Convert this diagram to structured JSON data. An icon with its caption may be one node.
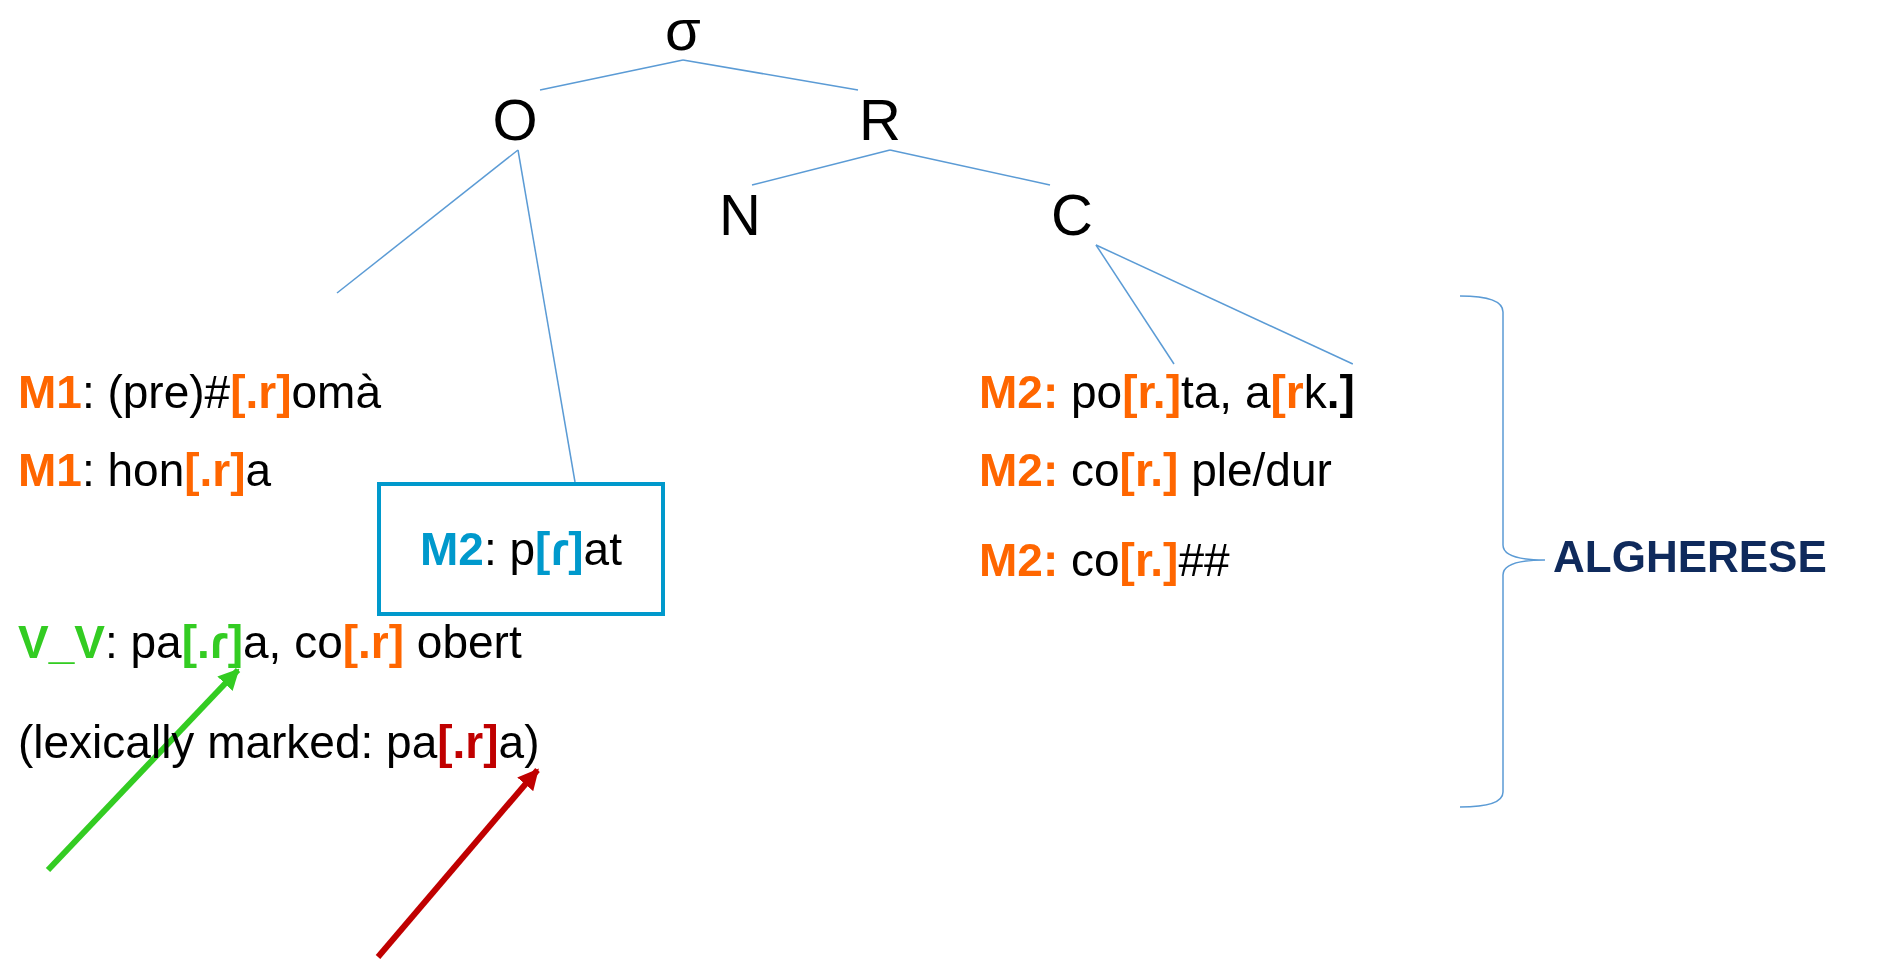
{
  "diagram": {
    "nodes": [
      {
        "text": [
          "σ"
        ]
      },
      {
        "text": [
          "O"
        ]
      },
      {
        "text": [
          "R"
        ]
      },
      {
        "text": [
          "N"
        ]
      },
      {
        "text": [
          "C"
        ]
      },
      {
        "text": [
          "**M1**: (pre)#**[.r]**omà"
        ]
      },
      {
        "text": [
          "**M1**:  hon**[.r]**a"
        ]
      },
      {
        "text": [
          "**M2**: p**[ɾ]**at"
        ]
      },
      {
        "text": [
          "**V_V**: pa**[.ɾ]**a, co**[.r]** obert"
        ]
      },
      {
        "text": [
          "(lexically marked: pa**[.r]**a)"
        ]
      },
      {
        "text": [
          "**M2:** po**[r.]**ta, a**[r**k**.]**"
        ]
      },
      {
        "text": [
          "**M2:** co**[r.]** ple/dur"
        ]
      },
      {
        "text": [
          "**M2:** co**[r.]**##"
        ]
      }
    ],
    "edges": [
      {
        "from": 0,
        "to": 1,
        "arrow": "none"
      },
      {
        "from": 0,
        "to": 2,
        "arrow": "none"
      },
      {
        "from": 2,
        "to": 3,
        "arrow": "none"
      },
      {
        "from": 2,
        "to": 4,
        "arrow": "none"
      },
      {
        "from": 1,
        "to": null,
        "arrow": "none"
      },
      {
        "from": 1,
        "to": 7,
        "arrow": "none"
      },
      {
        "from": 4,
        "to": 10,
        "arrow": "none"
      },
      {
        "from": 4,
        "to": 10,
        "arrow": "none"
      },
      {
        "from": null,
        "to": 8,
        "arrow": "to",
        "style": "thick",
        "color": "#33cc22"
      },
      {
        "from": null,
        "to": 9,
        "arrow": "to",
        "style": "thick",
        "color": "#c00000"
      }
    ],
    "labels": [
      "ALGHERESE"
    ]
  }
}
